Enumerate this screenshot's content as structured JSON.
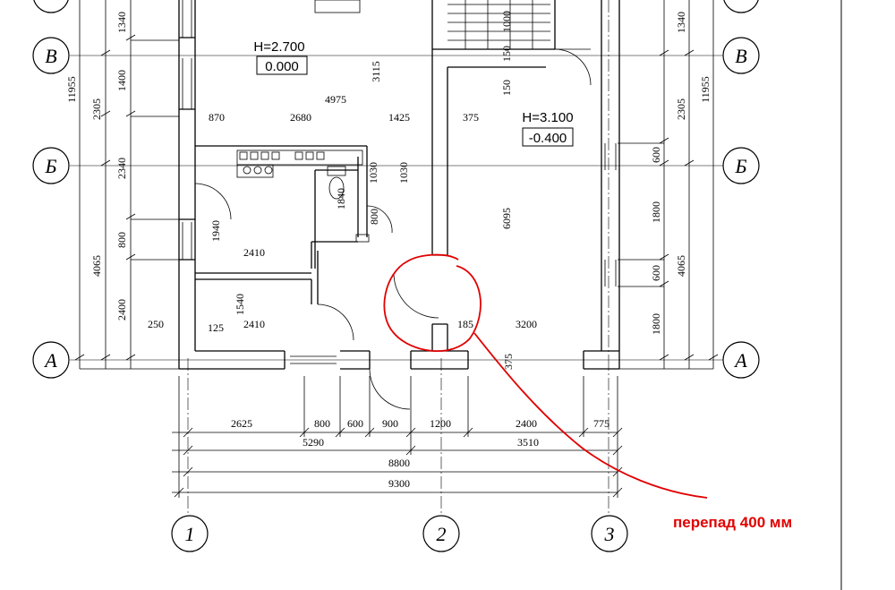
{
  "axes": {
    "rows": {
      "v": "В",
      "b": "Б",
      "a": "А"
    },
    "cols": {
      "c1": "1",
      "c2": "2",
      "c3": "3"
    }
  },
  "rooms": {
    "r1": {
      "height": "H=2.700",
      "level": "0.000"
    },
    "r2": {
      "height": "H=3.100",
      "level": "-0.400"
    }
  },
  "dims": {
    "left_overall": "11955",
    "right_overall": "11955",
    "left_1340": "1340",
    "left_1400": "1400",
    "left_2305": "2305",
    "left_2340": "2340",
    "left_800": "800",
    "left_4065": "4065",
    "left_2400": "2400",
    "left_1940": "1940",
    "right_1340": "1340",
    "right_2305": "2305",
    "right_600a": "600",
    "right_1800a": "1800",
    "right_4065": "4065",
    "right_600b": "600",
    "right_1800b": "1800",
    "d4975": "4975",
    "d3115": "3115",
    "d870": "870",
    "d2680": "2680",
    "d1425": "1425",
    "d375a": "375",
    "d150a": "150",
    "d1000": "1000",
    "d150b": "150",
    "d1030a": "1030",
    "d1030b": "1030",
    "d1840": "1840",
    "d800b": "800",
    "d6095": "6095",
    "d2410a": "2410",
    "d1540": "1540",
    "d250": "250",
    "d125": "125",
    "d2410b": "2410",
    "d185": "185",
    "d3200": "3200",
    "d375b": "375",
    "b2625": "2625",
    "b800": "800",
    "b600": "600",
    "b900": "900",
    "b1200": "1200",
    "b2400": "2400",
    "b775": "775",
    "b5290": "5290",
    "b3510": "3510",
    "b8800": "8800",
    "b9300": "9300"
  },
  "annotation": {
    "text": "перепад 400 мм",
    "color": "#e00000"
  }
}
